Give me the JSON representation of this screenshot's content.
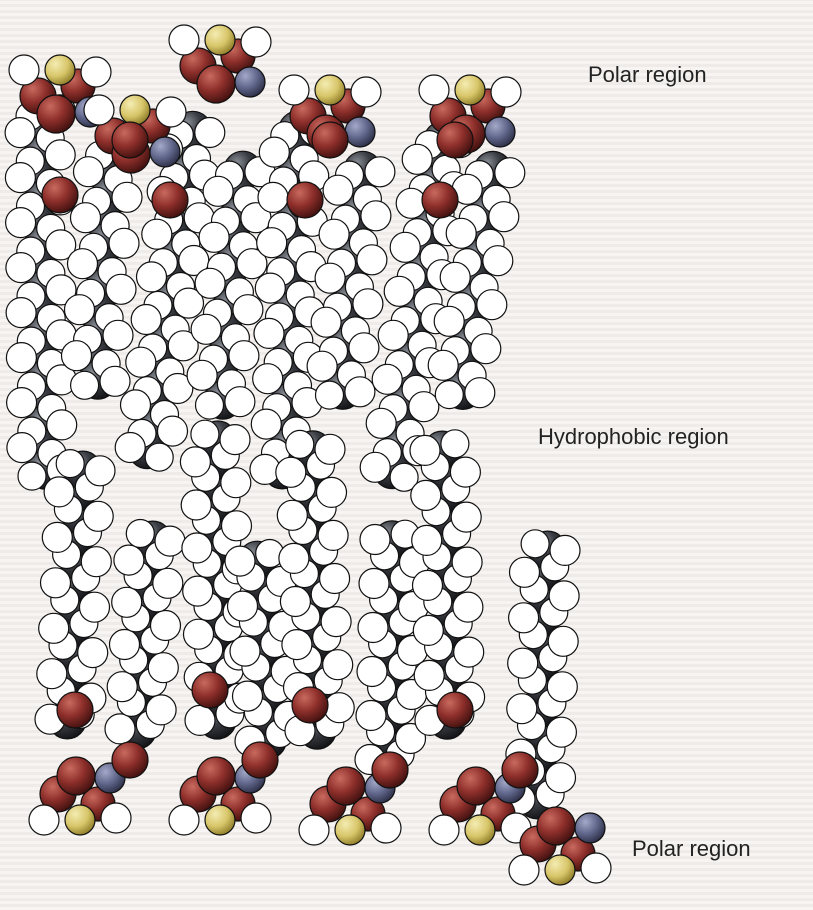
{
  "labels": {
    "top": "Polar region",
    "middle": "Hydrophobic region",
    "bottom": "Polar region"
  },
  "colors": {
    "background": "#f3efec",
    "carbon": "#3a3d43",
    "carbon_shade": "#15171b",
    "hydrogen": "#ffffff",
    "oxygen": "#8e2f2b",
    "phosphorus": "#d8c66a",
    "nitrogen": "#5e6488"
  }
}
